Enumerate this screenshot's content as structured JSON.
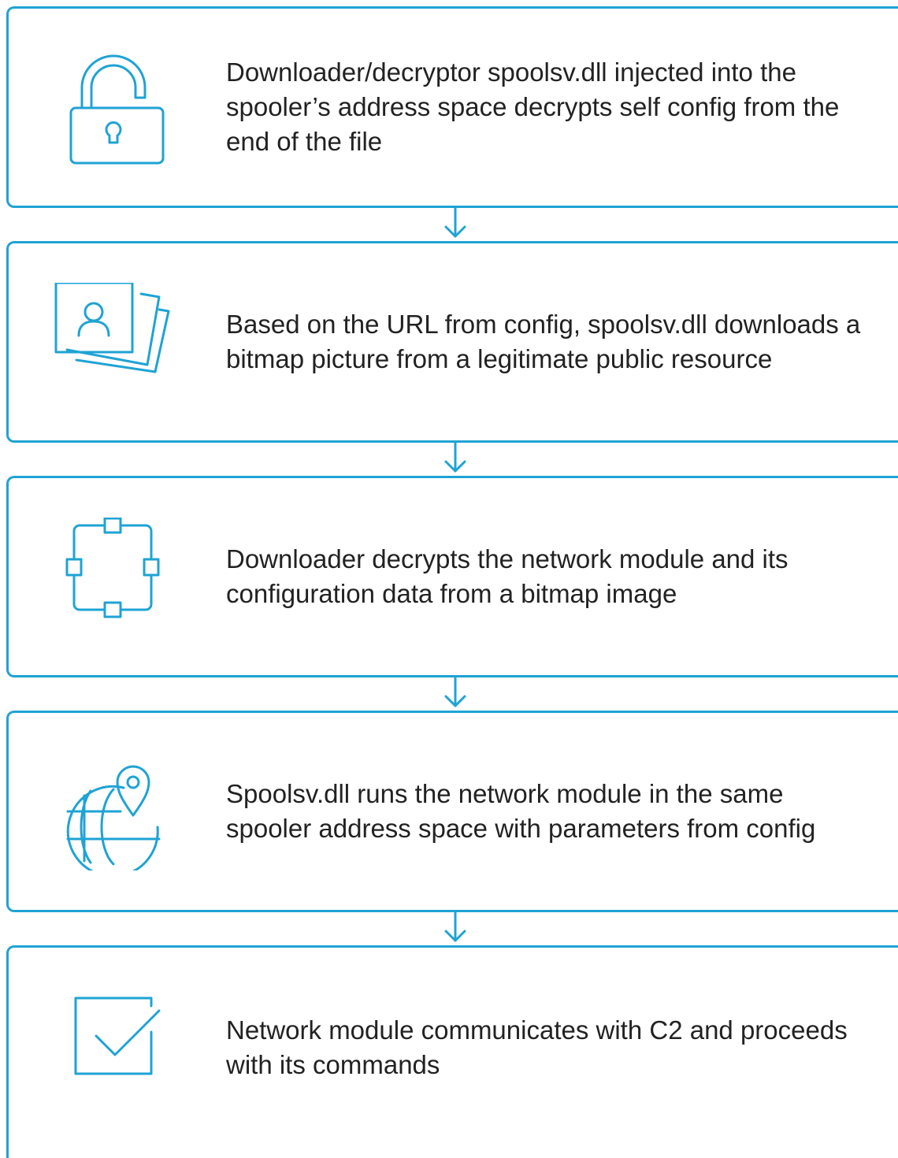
{
  "accent_color": "#1fa3d4",
  "text_color": "#222222",
  "steps": [
    {
      "icon": "open-padlock-icon",
      "text": "Downloader/decryptor spoolsv.dll injected into the spooler’s address space decrypts self config from the end of the file"
    },
    {
      "icon": "bitmap-pictures-icon",
      "text": "Based on the URL from config, spoolsv.dll downloads a bitmap picture from a legitimate public resource"
    },
    {
      "icon": "network-module-icon",
      "text": "Downloader decrypts the network module and its configuration data from a bitmap image"
    },
    {
      "icon": "globe-location-icon",
      "text": "Spoolsv.dll runs the network module in the same spooler address space with parameters from config"
    },
    {
      "icon": "checkbox-checked-icon",
      "text": "Network module communicates with C2 and proceeds with its commands"
    }
  ],
  "connectors": [
    {
      "icon": "arrow-down-icon"
    },
    {
      "icon": "arrow-down-icon"
    },
    {
      "icon": "arrow-down-icon"
    },
    {
      "icon": "arrow-down-icon"
    }
  ]
}
